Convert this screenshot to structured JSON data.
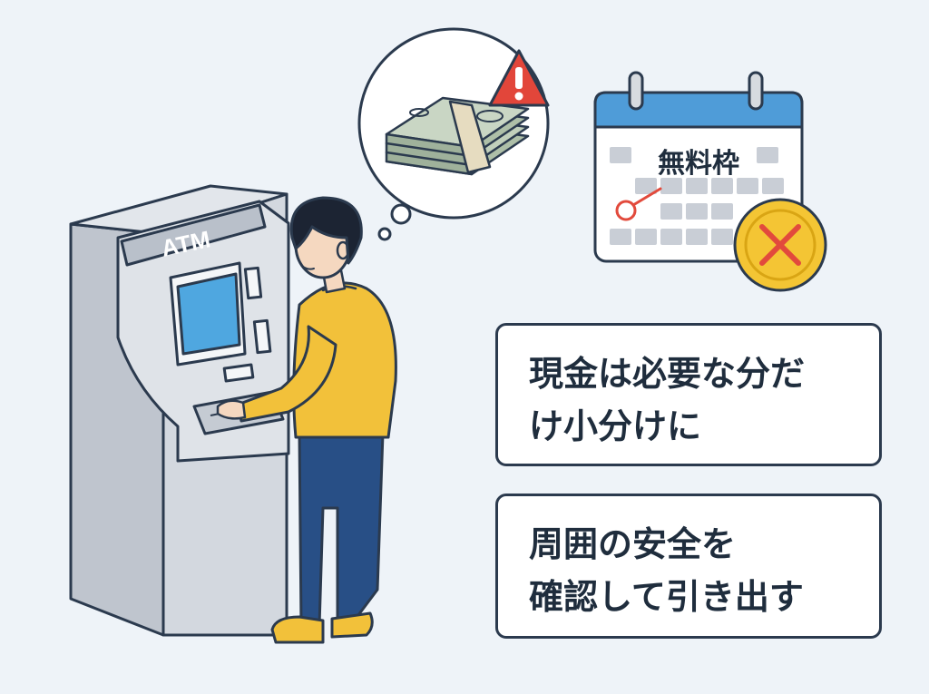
{
  "atm_sign": "ATM",
  "calendar_label": "無料枠",
  "tips": {
    "cash": {
      "line1": "現金は必要な分だ",
      "line2": "け小分けに"
    },
    "safety": {
      "line1": "周囲の安全を",
      "line2": "確認して引き出す"
    }
  },
  "icons": {
    "warning": "warning-triangle-icon",
    "no_entry": "x-mark-icon",
    "money": "cash-bundle-icon",
    "calendar": "calendar-icon"
  },
  "colors": {
    "background": "#eef3f8",
    "outline": "#2b3a4e",
    "atm_body": "#d3d8df",
    "atm_screen": "#4fa7e0",
    "sweater": "#f2c13a",
    "pants": "#284f86",
    "hair": "#1c2433",
    "calendar_header": "#4f9cd8",
    "calendar_cell": "#c9ced6",
    "warning_red": "#e2463a",
    "x_badge_yellow": "#f4c534",
    "x_mark_red": "#e24a3c"
  }
}
